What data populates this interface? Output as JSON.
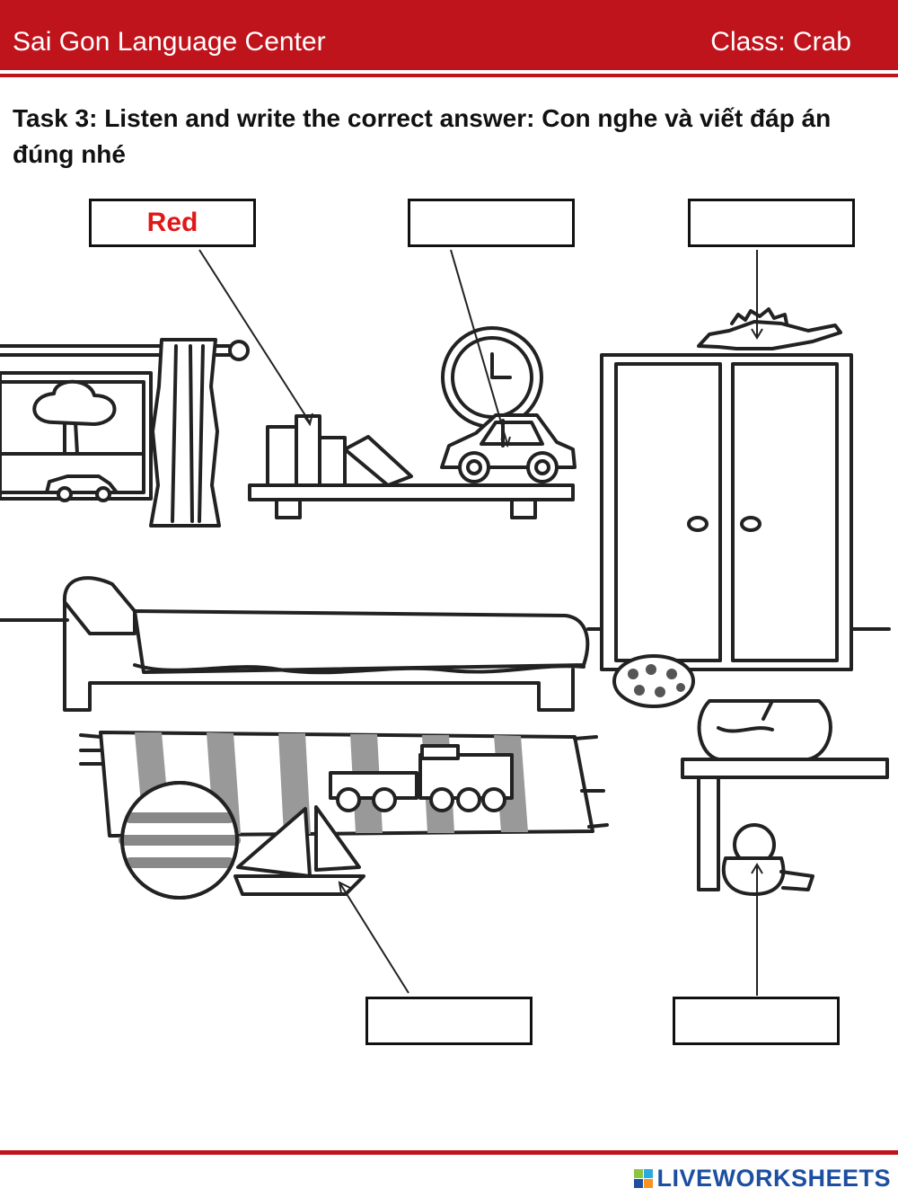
{
  "header": {
    "center": "Sai Gon Language Center",
    "class_label": "Class: Crab"
  },
  "task": {
    "text": "Task 3: Listen and write the correct answer: Con nghe và viết đáp án đúng nhé"
  },
  "answers": [
    {
      "label": "books",
      "value": "Red",
      "placeholder": ""
    },
    {
      "label": "car",
      "value": "",
      "placeholder": ""
    },
    {
      "label": "dinosaur",
      "value": "",
      "placeholder": ""
    },
    {
      "label": "boat",
      "value": "",
      "placeholder": ""
    },
    {
      "label": "teddy-bear",
      "value": "",
      "placeholder": ""
    }
  ],
  "footer": {
    "brand": "LIVEWORKSHEETS"
  },
  "colors": {
    "brand_red": "#c0141c",
    "answer_text": "#e01818",
    "logo_blue": "#1c4fa1"
  },
  "icons": [
    "bedroom-illustration",
    "liveworksheets-logo-icon"
  ]
}
